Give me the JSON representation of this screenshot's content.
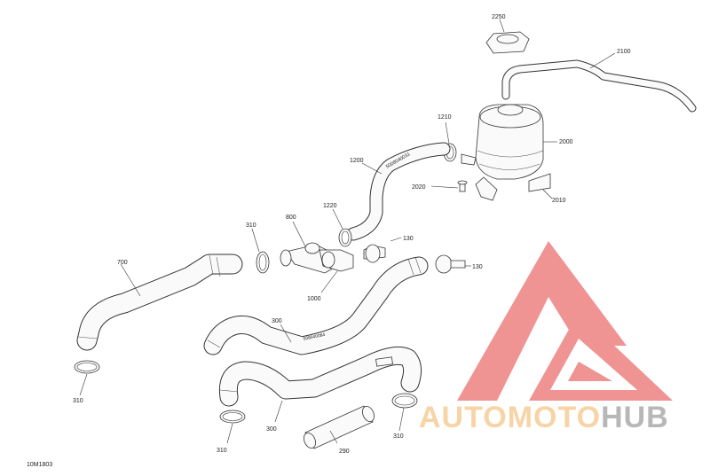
{
  "diagram": {
    "drawing_code": "10M1803",
    "callouts": {
      "c2250": "2250",
      "c2100": "2100",
      "c1210": "1210",
      "c2000": "2000",
      "c1200": "1200",
      "c2020": "2020",
      "c2010": "2010",
      "c1220": "1220",
      "c800": "800",
      "c310a": "310",
      "c130a": "130",
      "c130b": "130",
      "c700": "700",
      "c1000": "1000",
      "c300a": "300",
      "c310b": "310",
      "c300b": "300",
      "c310c": "310",
      "c290": "290",
      "c310d": "310"
    },
    "hose_markings": {
      "m1200": "5008040031",
      "m300": "508040084"
    }
  },
  "watermark": {
    "logo": "AUTOMOTOHUB",
    "brand_color": "#e23b3b",
    "accent_color": "#f2b15c",
    "grey_color": "#7d7d7d"
  }
}
